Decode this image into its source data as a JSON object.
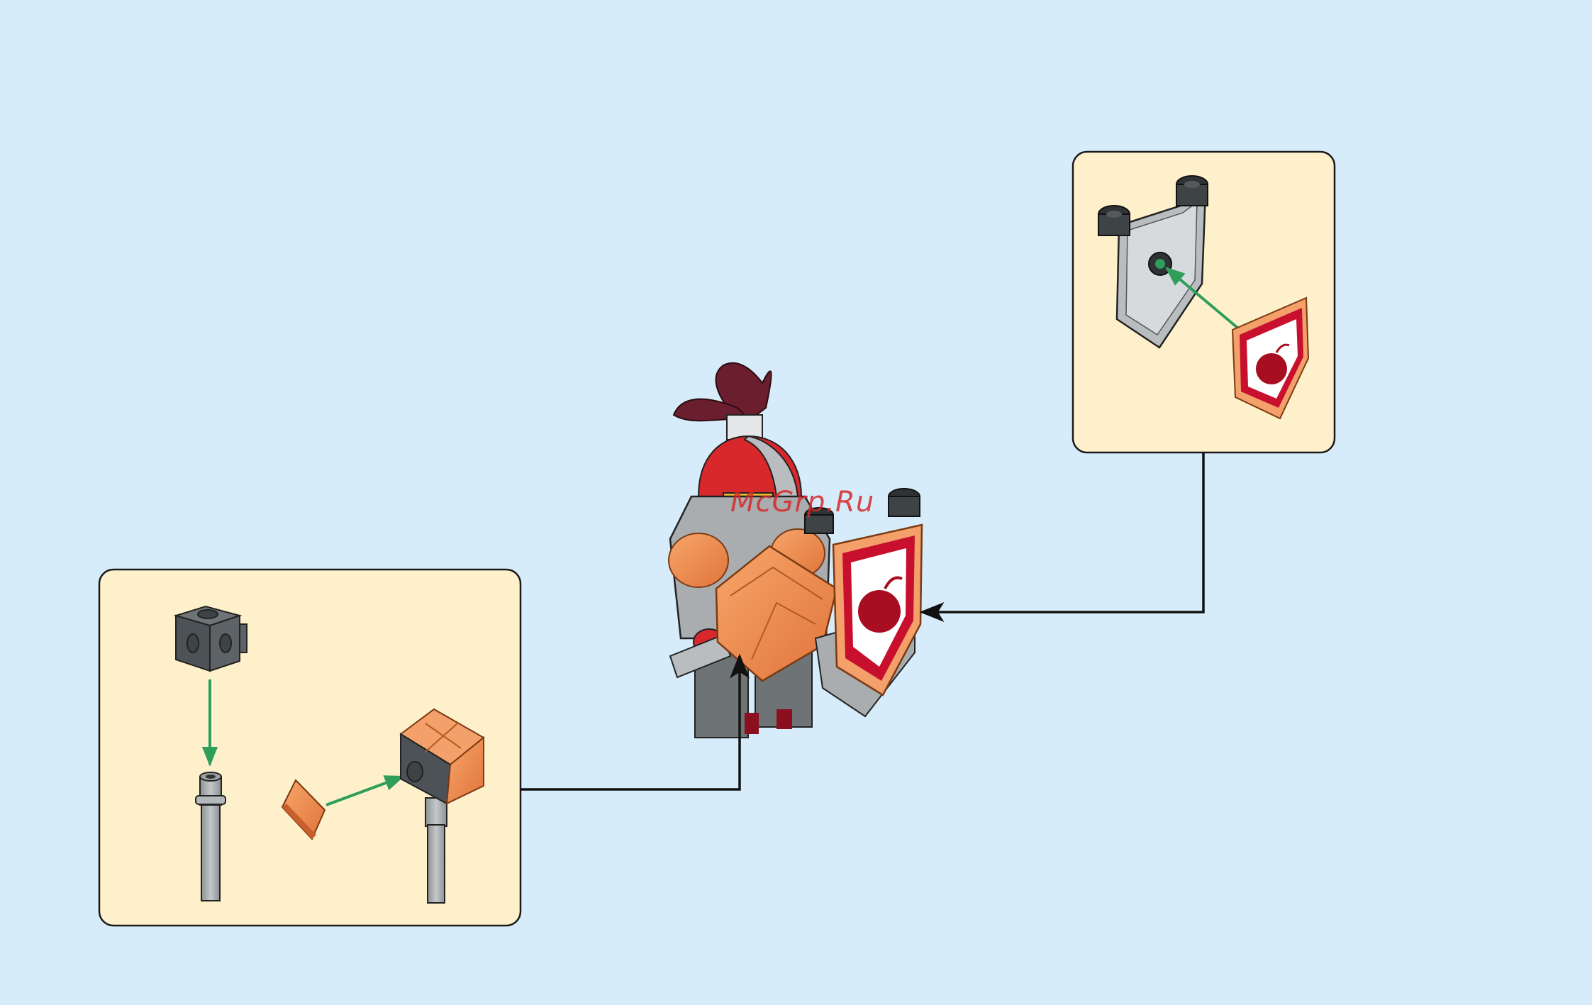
{
  "watermark": {
    "text": "McGrp.Ru"
  },
  "colors": {
    "background": "#d6ecfb",
    "panel_fill": "#fff0cc",
    "panel_stroke": "#1a1a1a",
    "connector": "#111111",
    "assembly_arrow": "#2e9e5a",
    "trans_orange": "#f08a4b",
    "dark_gray": "#555a5e",
    "light_gray": "#a9adb0",
    "shield_red": "#c8102e",
    "plume": "#6b1f2e",
    "helmet_red": "#d8282c"
  },
  "panels": [
    {
      "id": "mace-subassembly",
      "icons": [
        "brick-with-studs-icon",
        "bar-icon",
        "trans-orange-tile-icon",
        "mace-head-icon"
      ]
    },
    {
      "id": "shield-subassembly",
      "icons": [
        "shield-bracket-icon",
        "nexo-shield-icon"
      ]
    }
  ],
  "figure": {
    "icon": "knight-minifigure-icon"
  }
}
